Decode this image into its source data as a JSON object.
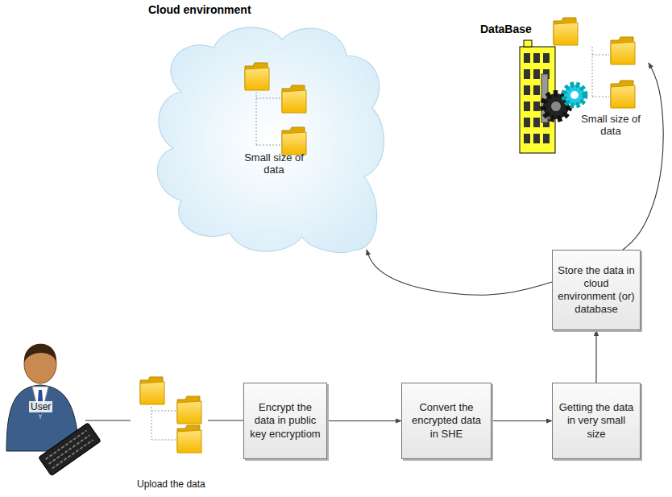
{
  "diagram": {
    "nodes": [
      {
        "text": [
          "Cloud environment",
          "Small size of data"
        ]
      },
      {
        "text": [
          "DataBase",
          "Small size of data"
        ]
      },
      {
        "text": [
          "Encrypt the data in public key encryptiom"
        ]
      },
      {
        "text": [
          "Convert the encrypted data in SHE"
        ]
      },
      {
        "text": [
          "Getting the data in very small size"
        ]
      },
      {
        "text": [
          "Store the data in cloud environment (or) database"
        ]
      }
    ],
    "edges": [
      {
        "from": 2,
        "to": 3,
        "arrow": "to"
      },
      {
        "from": 3,
        "to": 4,
        "arrow": "to"
      },
      {
        "from": 4,
        "to": 5,
        "arrow": "to"
      },
      {
        "from": 5,
        "to": 0,
        "arrow": "to"
      },
      {
        "from": 5,
        "to": 1,
        "arrow": "to"
      }
    ],
    "labels": [
      "User",
      "Upload the data"
    ]
  }
}
